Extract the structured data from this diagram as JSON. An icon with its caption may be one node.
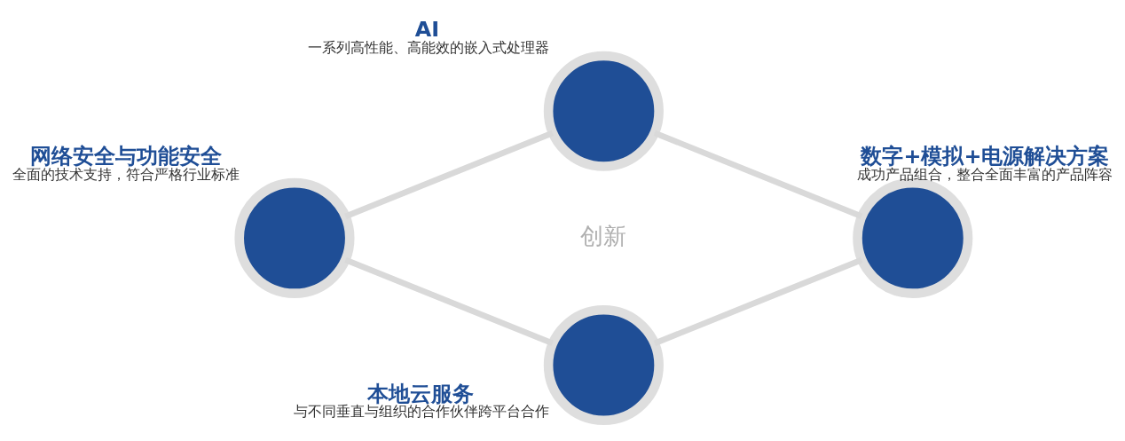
{
  "diagram": {
    "nodes": [
      {
        "text": [],
        "shape": "circle",
        "beside": [
          "AI",
          "一系列高性能、高能效的嵌入式处理器"
        ]
      },
      {
        "text": [],
        "shape": "circle",
        "beside": [
          "数字+模拟+电源解决方案",
          "成功产品组合，整合全面丰富的产品阵容"
        ]
      },
      {
        "text": [],
        "shape": "circle",
        "beside": [
          "本地云服务",
          "与不同垂直与组织的合作伙伴跨平台合作"
        ]
      },
      {
        "text": [],
        "shape": "circle",
        "beside": [
          "网络安全与功能安全",
          "全面的技术支持，符合严格行业标准"
        ]
      }
    ],
    "edges": [
      {
        "from": 0,
        "to": 1,
        "arrow": "none"
      },
      {
        "from": 1,
        "to": 2,
        "arrow": "none"
      },
      {
        "from": 2,
        "to": 3,
        "arrow": "none"
      },
      {
        "from": 3,
        "to": 0,
        "arrow": "none"
      }
    ],
    "labels": [
      "创新"
    ]
  }
}
